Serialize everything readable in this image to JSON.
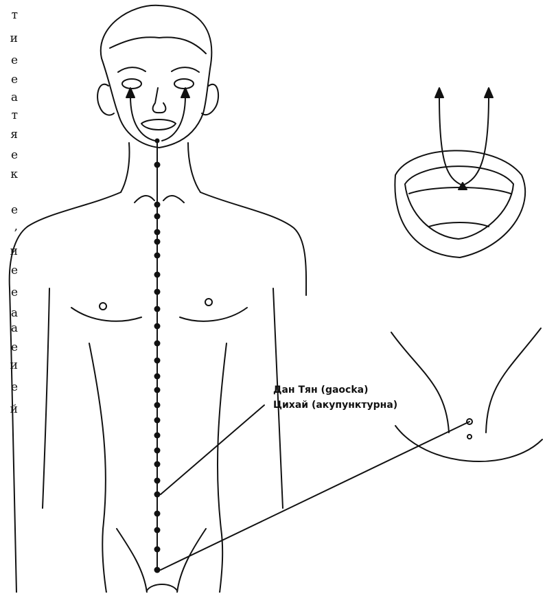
{
  "labels": {
    "dan_tian": "Дан Тян (gaocka)",
    "cihai": "Цихай (акупунктурна)"
  },
  "left_edge_glyphs": [
    "т",
    "и",
    "е",
    "е",
    "а",
    "т",
    "я",
    "е",
    "к",
    "е",
    ",",
    "и",
    "е",
    "е",
    "а",
    "а",
    "е",
    "и",
    "е",
    "й"
  ]
}
